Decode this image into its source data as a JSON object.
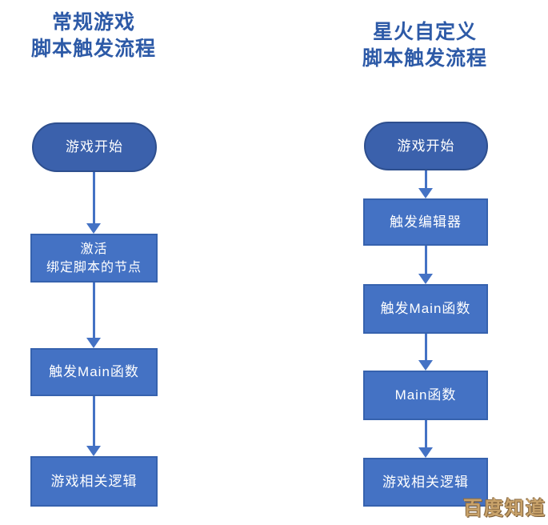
{
  "diagram": {
    "type": "flowchart",
    "background": "#ffffff"
  },
  "colors": {
    "title_text": "#2d5aa7",
    "pill_fill": "#3b61ac",
    "pill_border": "#2e4f8e",
    "box_fill": "#4472c4",
    "box_border": "#3662ae",
    "arrow": "#4472c4",
    "node_text": "#ffffff",
    "watermark_text": "#c8a26a"
  },
  "left_flow": {
    "title_line1": "常规游戏",
    "title_line2": "脚本触发流程",
    "nodes": {
      "start": {
        "shape": "pill",
        "label": "游戏开始"
      },
      "activate": {
        "shape": "rect",
        "label": "激活",
        "label2": "绑定脚本的节点"
      },
      "trigger_main": {
        "shape": "rect",
        "label": "触发Main函数"
      },
      "game_logic": {
        "shape": "rect",
        "label": "游戏相关逻辑"
      }
    }
  },
  "right_flow": {
    "title_line1": "星火自定义",
    "title_line2": "脚本触发流程",
    "nodes": {
      "start": {
        "shape": "pill",
        "label": "游戏开始"
      },
      "trigger_editor": {
        "shape": "rect",
        "label": "触发编辑器"
      },
      "trigger_main": {
        "shape": "rect",
        "label": "触发Main函数"
      },
      "main_func": {
        "shape": "rect",
        "label": "Main函数"
      },
      "game_logic": {
        "shape": "rect",
        "label": "游戏相关逻辑"
      }
    }
  },
  "watermark": {
    "text": "百度知道"
  }
}
